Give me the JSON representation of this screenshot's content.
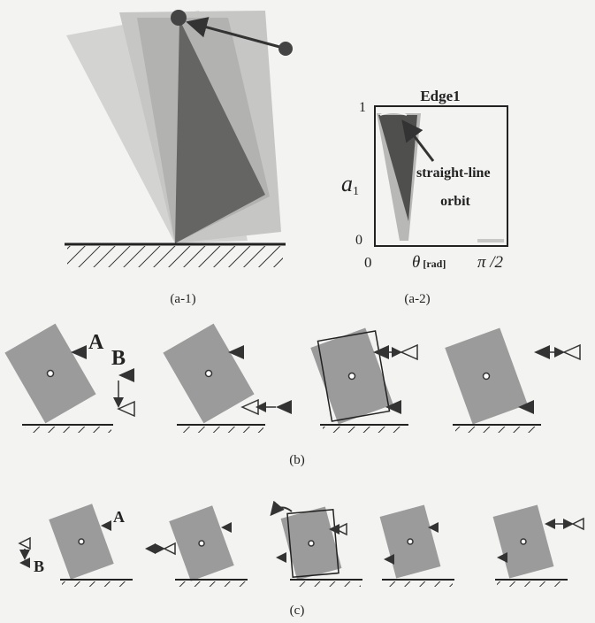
{
  "panel_a1": {
    "caption": "(a-1)"
  },
  "panel_a2": {
    "title": "Edge1",
    "y_axis_label": "a",
    "y_axis_subscript": "1",
    "y_tick_top": "1",
    "y_tick_bottom": "0",
    "x_tick_left": "0",
    "x_axis_label": "θ",
    "x_axis_unit": "[rad]",
    "x_tick_right": "π /2",
    "annotation_line1": "straight-line",
    "annotation_line2": "orbit",
    "caption": "(a-2)"
  },
  "panel_b": {
    "label_a": "A",
    "label_b": "B",
    "caption": "(b)"
  },
  "panel_c": {
    "label_a": "A",
    "label_b": "B",
    "caption": "(c)"
  },
  "colors": {
    "background": "#f3f3f1",
    "block": "#9b9b9b",
    "dark_triangle": "#5f5f5f",
    "ink": "#222222"
  }
}
